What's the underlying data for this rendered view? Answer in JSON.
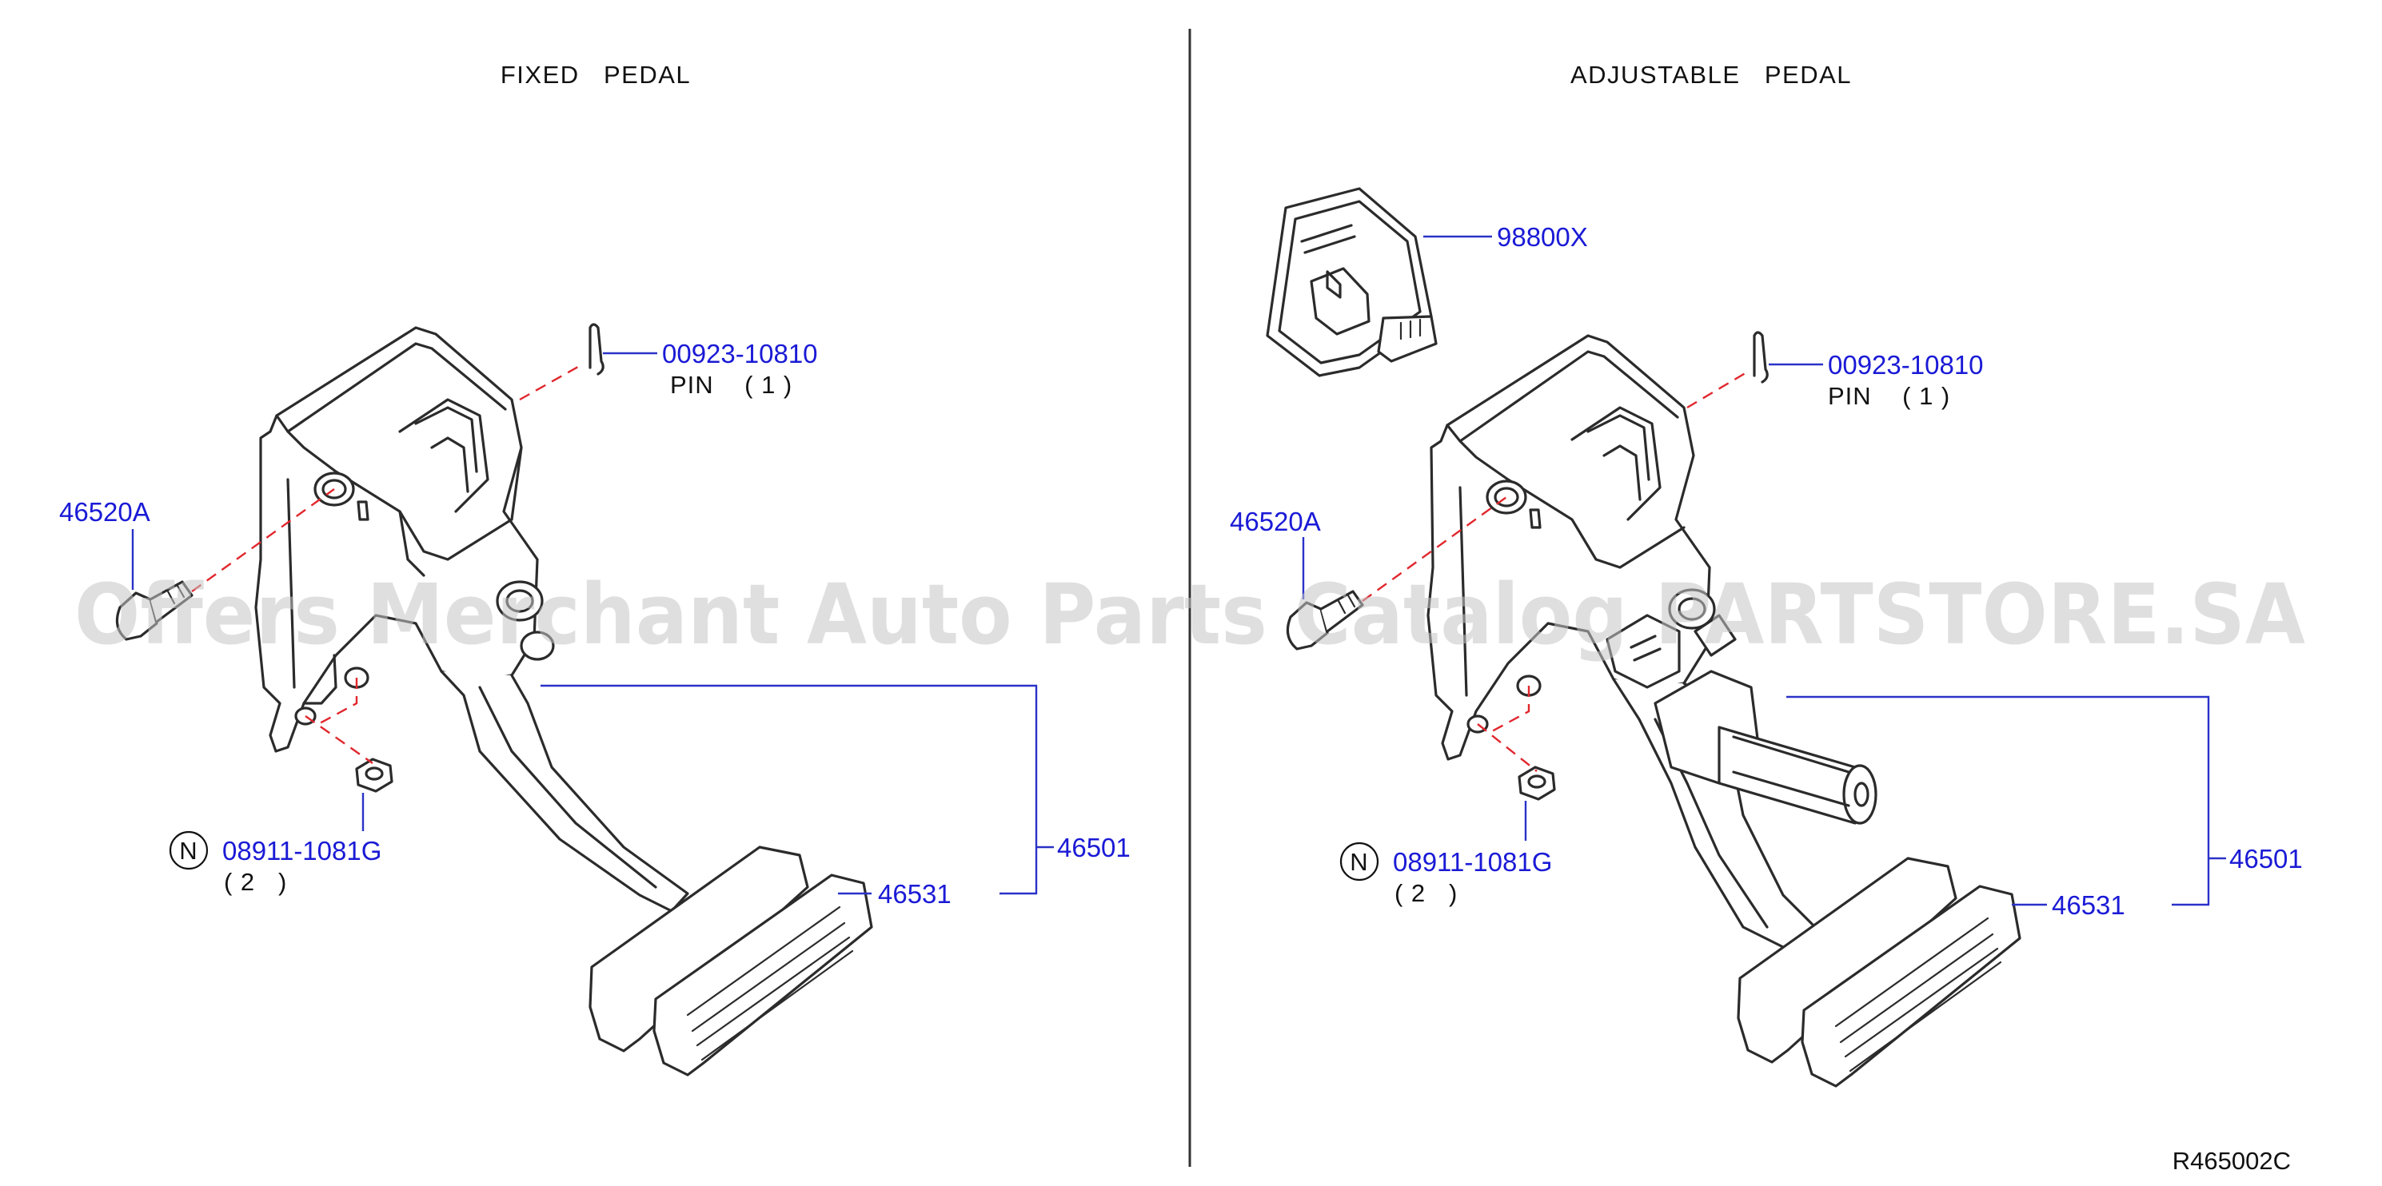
{
  "left_panel": {
    "title": "FIXED   PEDAL",
    "callouts": {
      "pin_part": "00923-10810",
      "pin_label": "PIN    ( 1 )",
      "bolt_part": "46520A",
      "nut_marker": "N",
      "nut_part": "08911-1081G",
      "nut_qty": "( 2   )",
      "pad_part": "46531",
      "assembly_part": "46501"
    }
  },
  "right_panel": {
    "title": "ADJUSTABLE   PEDAL",
    "callouts": {
      "module_part": "98800X",
      "pin_part": "00923-10810",
      "pin_label": "PIN    ( 1 )",
      "bolt_part": "46520A",
      "nut_marker": "N",
      "nut_part": "08911-1081G",
      "nut_qty": "( 2   )",
      "pad_part": "46531",
      "assembly_part": "46501"
    }
  },
  "reference_code": "R465002C",
  "watermark": "Offers Merchant Auto Parts Catalog PARTSTORE.SA",
  "colors": {
    "callout_text": "#1a1ad6",
    "leader_line": "#2a32c8",
    "dashed_guide": "#e0272d",
    "line_art": "#2b2b2b",
    "watermark": "#c4c4c4"
  }
}
